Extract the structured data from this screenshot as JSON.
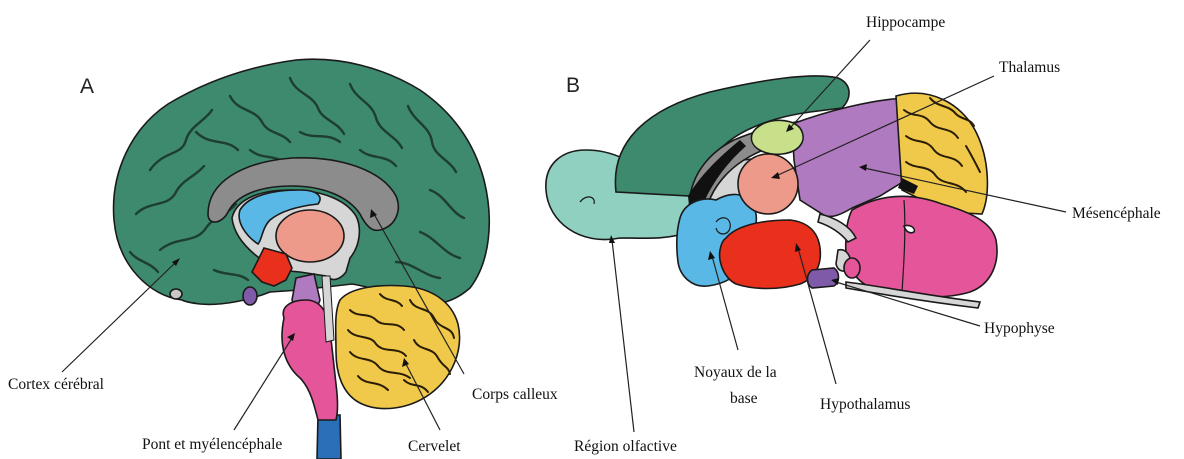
{
  "panels": {
    "a": "A",
    "b": "B"
  },
  "panel_a_labels": {
    "cortex": "Cortex cérébral",
    "corps_calleux": "Corps calleux",
    "pont": "Pont et myélencéphale",
    "cervelet": "Cervelet"
  },
  "panel_b_labels": {
    "hippocampe": "Hippocampe",
    "thalamus": "Thalamus",
    "mesencephale": "Mésencéphale",
    "hypophyse": "Hypophyse",
    "noyaux_line1": "Noyaux de la",
    "noyaux_line2": "base",
    "hypothalamus": "Hypothalamus",
    "olfactive": "Région olfactive"
  },
  "colors": {
    "cortex": "#3e8a6e",
    "corpus_callosum": "#8c8c8c",
    "ventricle_light": "#d6d6d6",
    "lateral_ventricle": "#5ab8e6",
    "thalamus": "#ee9a8a",
    "hypothalamus": "#e8301c",
    "pituitary": "#7f5aa8",
    "brainstem_pink": "#e5559a",
    "midbrain_violet": "#b07ac0",
    "cerebellum": "#f0c84a",
    "spinal_blue": "#2a70b8",
    "olfactory": "#8fd0c0",
    "hippocampus": "#c8e08a",
    "basal_ganglia": "#5ab8e6"
  }
}
